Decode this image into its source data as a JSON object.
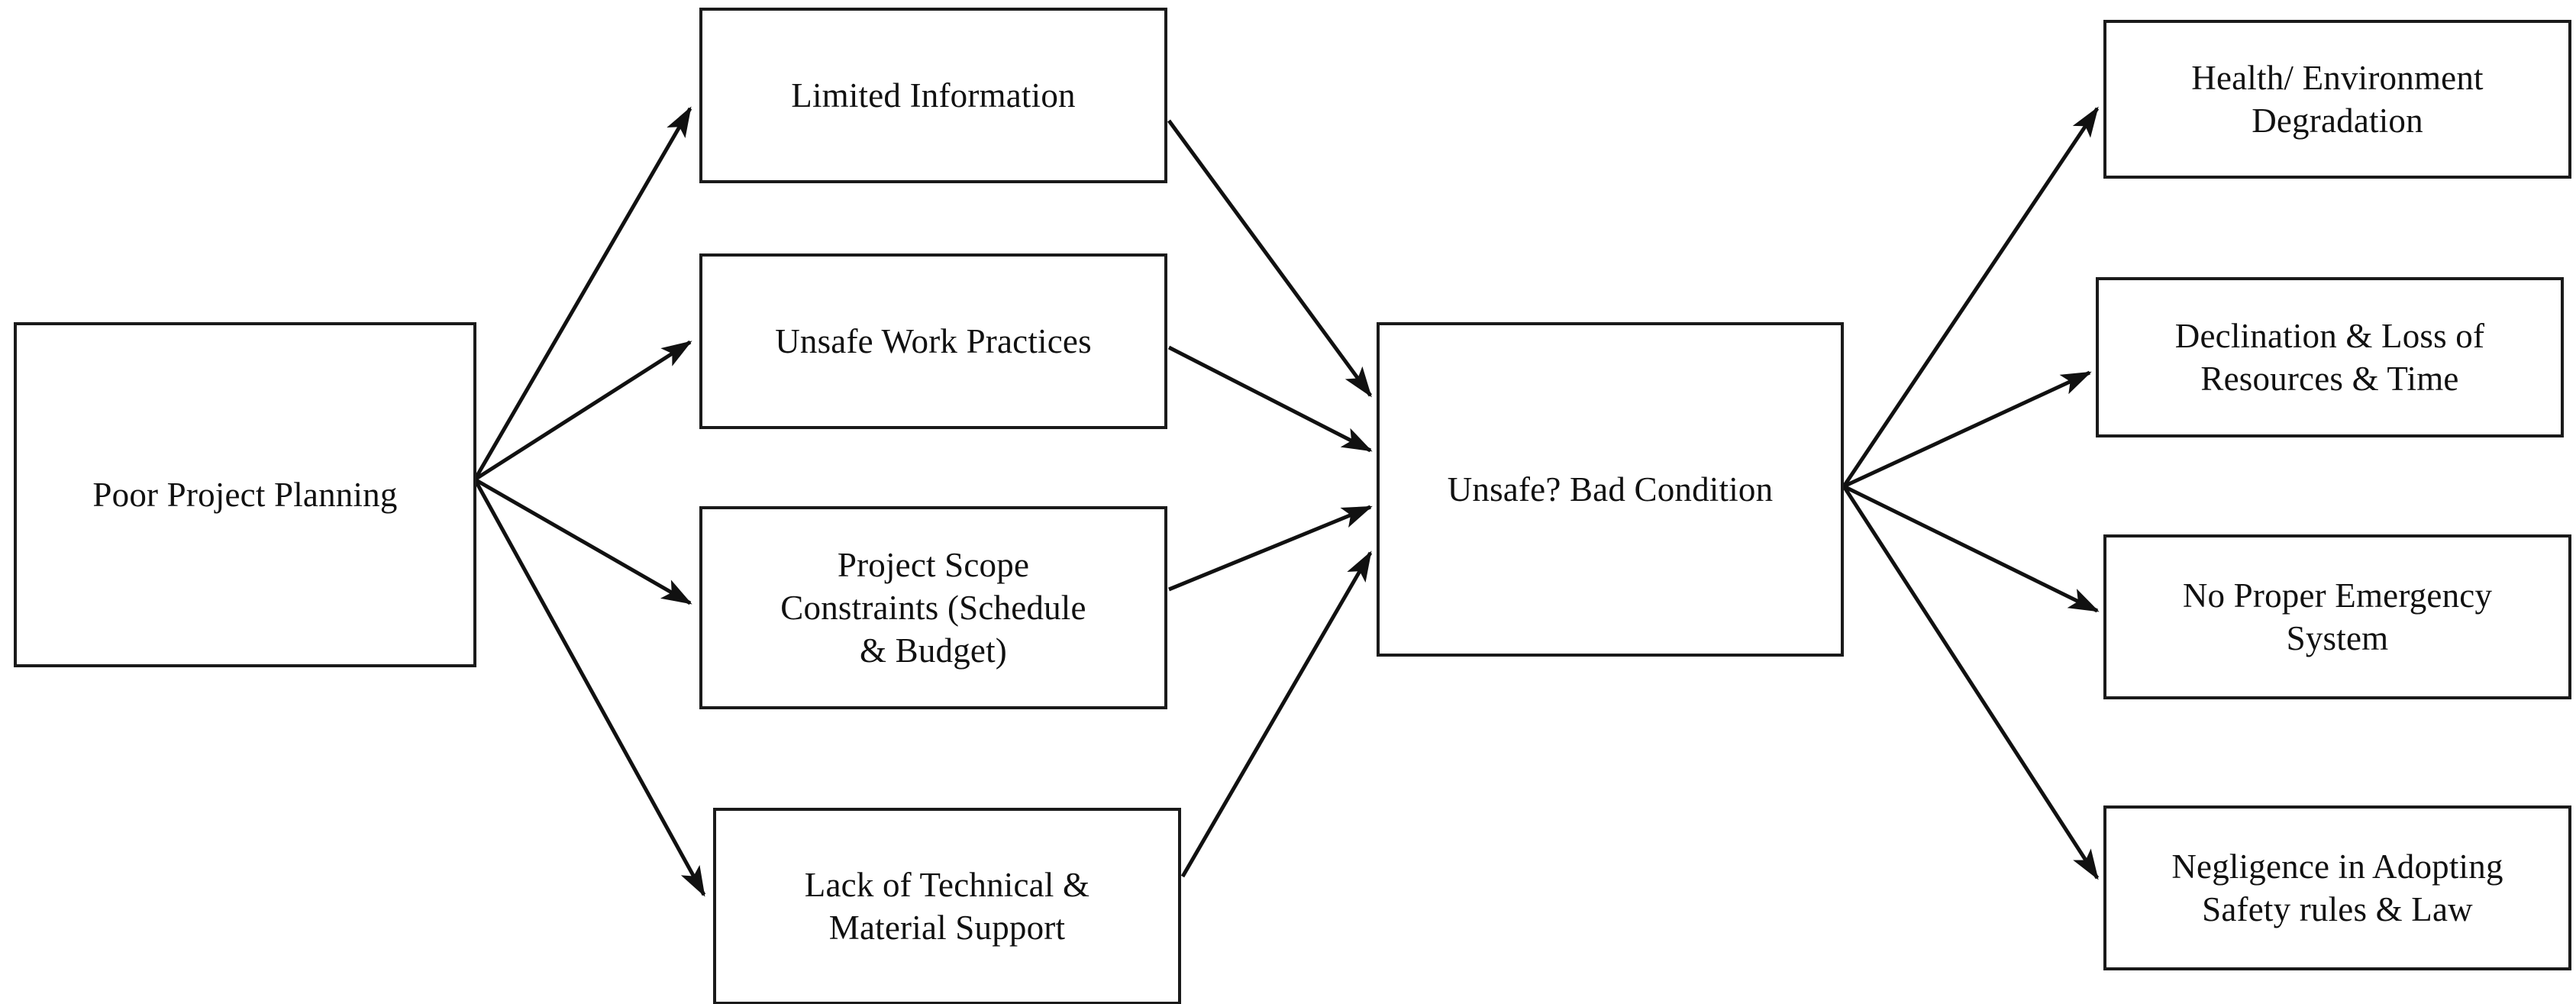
{
  "diagram": {
    "type": "cause-effect-flow",
    "title": "",
    "line_color": "#1a1a1a",
    "box_border_color": "#1a1a1a",
    "box_fill_color": "#ffffff",
    "background_color": "#ffffff",
    "root_cause": {
      "id": "cause-root",
      "label": "Poor Project Planning"
    },
    "causes": [
      {
        "id": "c-limited-info",
        "label": "Limited Information"
      },
      {
        "id": "c-unsafe-work",
        "label": "Unsafe Work Practices"
      },
      {
        "id": "c-scope",
        "label": "Project Scope\nConstraints (Schedule\n& Budget)"
      },
      {
        "id": "c-lack-support",
        "label": "Lack of Technical &\nMaterial Support"
      }
    ],
    "central": {
      "id": "central-node",
      "label": "Unsafe? Bad Condition"
    },
    "effects": [
      {
        "id": "e-health",
        "label": "Health/ Environment\nDegradation"
      },
      {
        "id": "e-declination",
        "label": "Declination & Loss of\nResources & Time"
      },
      {
        "id": "e-emergency",
        "label": "No Proper Emergency\nSystem"
      },
      {
        "id": "e-negligence",
        "label": "Negligence in Adopting\nSafety rules & Law"
      }
    ],
    "connections": [
      {
        "from": "cause-root",
        "to": "c-limited-info"
      },
      {
        "from": "cause-root",
        "to": "c-unsafe-work"
      },
      {
        "from": "cause-root",
        "to": "c-scope"
      },
      {
        "from": "cause-root",
        "to": "c-lack-support"
      },
      {
        "from": "c-limited-info",
        "to": "central-node"
      },
      {
        "from": "c-unsafe-work",
        "to": "central-node"
      },
      {
        "from": "c-scope",
        "to": "central-node"
      },
      {
        "from": "c-lack-support",
        "to": "central-node"
      },
      {
        "from": "central-node",
        "to": "e-health"
      },
      {
        "from": "central-node",
        "to": "e-declination"
      },
      {
        "from": "central-node",
        "to": "e-emergency"
      },
      {
        "from": "central-node",
        "to": "e-negligence"
      }
    ]
  }
}
